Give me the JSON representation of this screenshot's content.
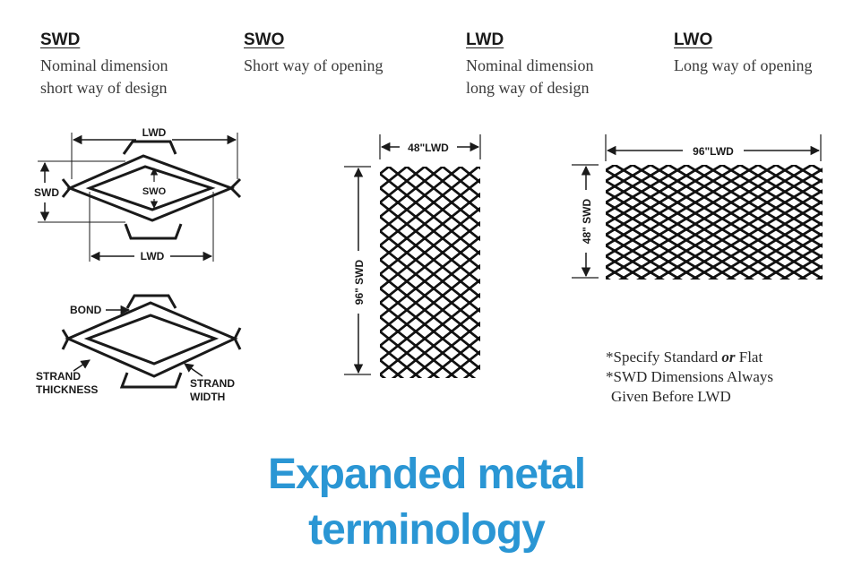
{
  "terms": [
    {
      "code": "SWD",
      "line1": "Nominal dimension",
      "line2": "short way of design"
    },
    {
      "code": "SWO",
      "line1": "Short way of opening",
      "line2": ""
    },
    {
      "code": "LWD",
      "line1": "Nominal dimension",
      "line2": "long way of design"
    },
    {
      "code": "LWO",
      "line1": "Long way of opening",
      "line2": ""
    }
  ],
  "diagram_labels": {
    "lwd_top": "LWD",
    "swd": "SWD",
    "swo": "SWO",
    "lwd_bottom": "LWD",
    "bond": "BOND",
    "strand_thickness_1": "STRAND",
    "strand_thickness_2": "THICKNESS",
    "strand_width_1": "STRAND",
    "strand_width_2": "WIDTH"
  },
  "sheet_vertical": {
    "width_label": "48\"LWD",
    "height_label": "96\" SWD"
  },
  "sheet_horizontal": {
    "width_label": "96\"LWD",
    "height_label": "48\" SWD"
  },
  "notes": {
    "line1_a": "*Specify Standard ",
    "line1_b": "or",
    "line1_c": " Flat",
    "line2": "*SWD Dimensions Always",
    "line3": "Given Before LWD"
  },
  "headline": {
    "line1": "Expanded metal",
    "line2": "terminology"
  },
  "colors": {
    "accent": "#2a96d4",
    "ink": "#1a1a1a"
  }
}
